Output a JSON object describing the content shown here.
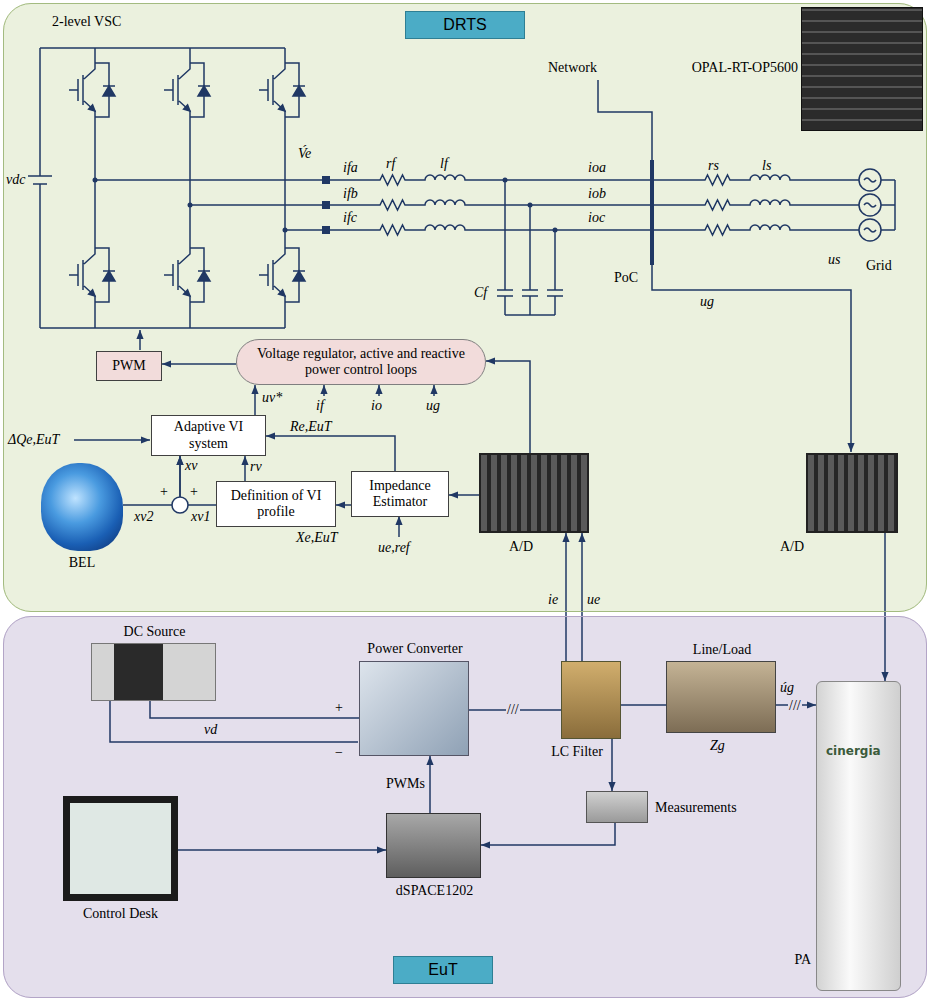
{
  "diagram": {
    "nodes": [
      {
        "text": [
          "DRTS"
        ]
      },
      {
        "text": [
          "OPAL-RT-OP5600"
        ],
        "in": 0
      },
      {
        "text": [
          "PWM"
        ],
        "in": 0
      },
      {
        "text": [
          "Voltage regulator, active and reactive power control loops"
        ],
        "in": 0
      },
      {
        "text": [
          "Adaptive VI system"
        ],
        "in": 0
      },
      {
        "text": [
          "BEL"
        ],
        "in": 0
      },
      {
        "text": [
          "Definition of VI profile"
        ],
        "in": 0
      },
      {
        "text": [
          "Impedance Estimator"
        ],
        "in": 0
      },
      {
        "text": [
          "A/D"
        ],
        "in": 0
      },
      {
        "text": [
          "A/D"
        ],
        "in": 0
      },
      {
        "text": [
          "EuT"
        ]
      },
      {
        "text": [
          "DC Source"
        ],
        "in": 10
      },
      {
        "text": [
          "Power Converter"
        ],
        "in": 10
      },
      {
        "text": [
          "LC Filter"
        ],
        "in": 10
      },
      {
        "text": [
          "Line/Load"
        ],
        "in": 10
      },
      {
        "text": [
          "Measurements"
        ],
        "in": 10
      },
      {
        "text": [
          "dSPACE1202"
        ],
        "in": 10
      },
      {
        "text": [
          "Control Desk"
        ],
        "in": 10
      },
      {
        "text": [
          "PA"
        ],
        "in": 10
      }
    ],
    "edges": [
      {
        "from": 3,
        "to": 2,
        "arrow": "to"
      },
      {
        "from": 4,
        "to": 3,
        "arrow": "to",
        "label": "uv*"
      },
      {
        "from": 6,
        "to": 4,
        "arrow": "to",
        "label": "rv"
      },
      {
        "from": 6,
        "to": 4,
        "arrow": "to",
        "label": "xv1"
      },
      {
        "from": 5,
        "to": 4,
        "arrow": "to",
        "label": "xv2"
      },
      {
        "from": 7,
        "to": 4,
        "arrow": "to",
        "label": "Re,EuT"
      },
      {
        "from": 7,
        "to": 6,
        "arrow": "to",
        "label": "Xe,EuT"
      },
      {
        "from": 8,
        "to": 7,
        "arrow": "to"
      },
      {
        "from": 8,
        "to": 3,
        "arrow": "to"
      },
      {
        "from": 13,
        "to": 8,
        "arrow": "to",
        "label": "ie"
      },
      {
        "from": 13,
        "to": 8,
        "arrow": "to",
        "label": "ue"
      },
      {
        "from": 9,
        "to": 18,
        "arrow": "to"
      },
      {
        "from": 11,
        "to": 12,
        "arrow": "none",
        "label": "vd"
      },
      {
        "from": 12,
        "to": 13,
        "arrow": "none",
        "label": "///"
      },
      {
        "from": 13,
        "to": 14,
        "arrow": "none"
      },
      {
        "from": 14,
        "to": 18,
        "arrow": "to",
        "label": "úg"
      },
      {
        "from": 13,
        "to": 15,
        "arrow": "to"
      },
      {
        "from": 15,
        "to": 16,
        "arrow": "to"
      },
      {
        "from": 16,
        "to": 12,
        "arrow": "to",
        "label": "PWMs"
      },
      {
        "from": 17,
        "to": 16,
        "arrow": "to"
      }
    ],
    "labels": [
      "2-level VSC",
      "vdc",
      "V́e",
      "ifa",
      "ifb",
      "ifc",
      "rf",
      "lf",
      "ioa",
      "iob",
      "ioc",
      "Cf",
      "Network",
      "PoC",
      "rs",
      "ls",
      "us",
      "Grid",
      "ug",
      "if",
      "io",
      "ug",
      "ΔQe,EuT",
      "xv",
      "+",
      "+",
      "ue,ref",
      "+",
      "−",
      "Zg",
      "///",
      "cinergia"
    ]
  }
}
